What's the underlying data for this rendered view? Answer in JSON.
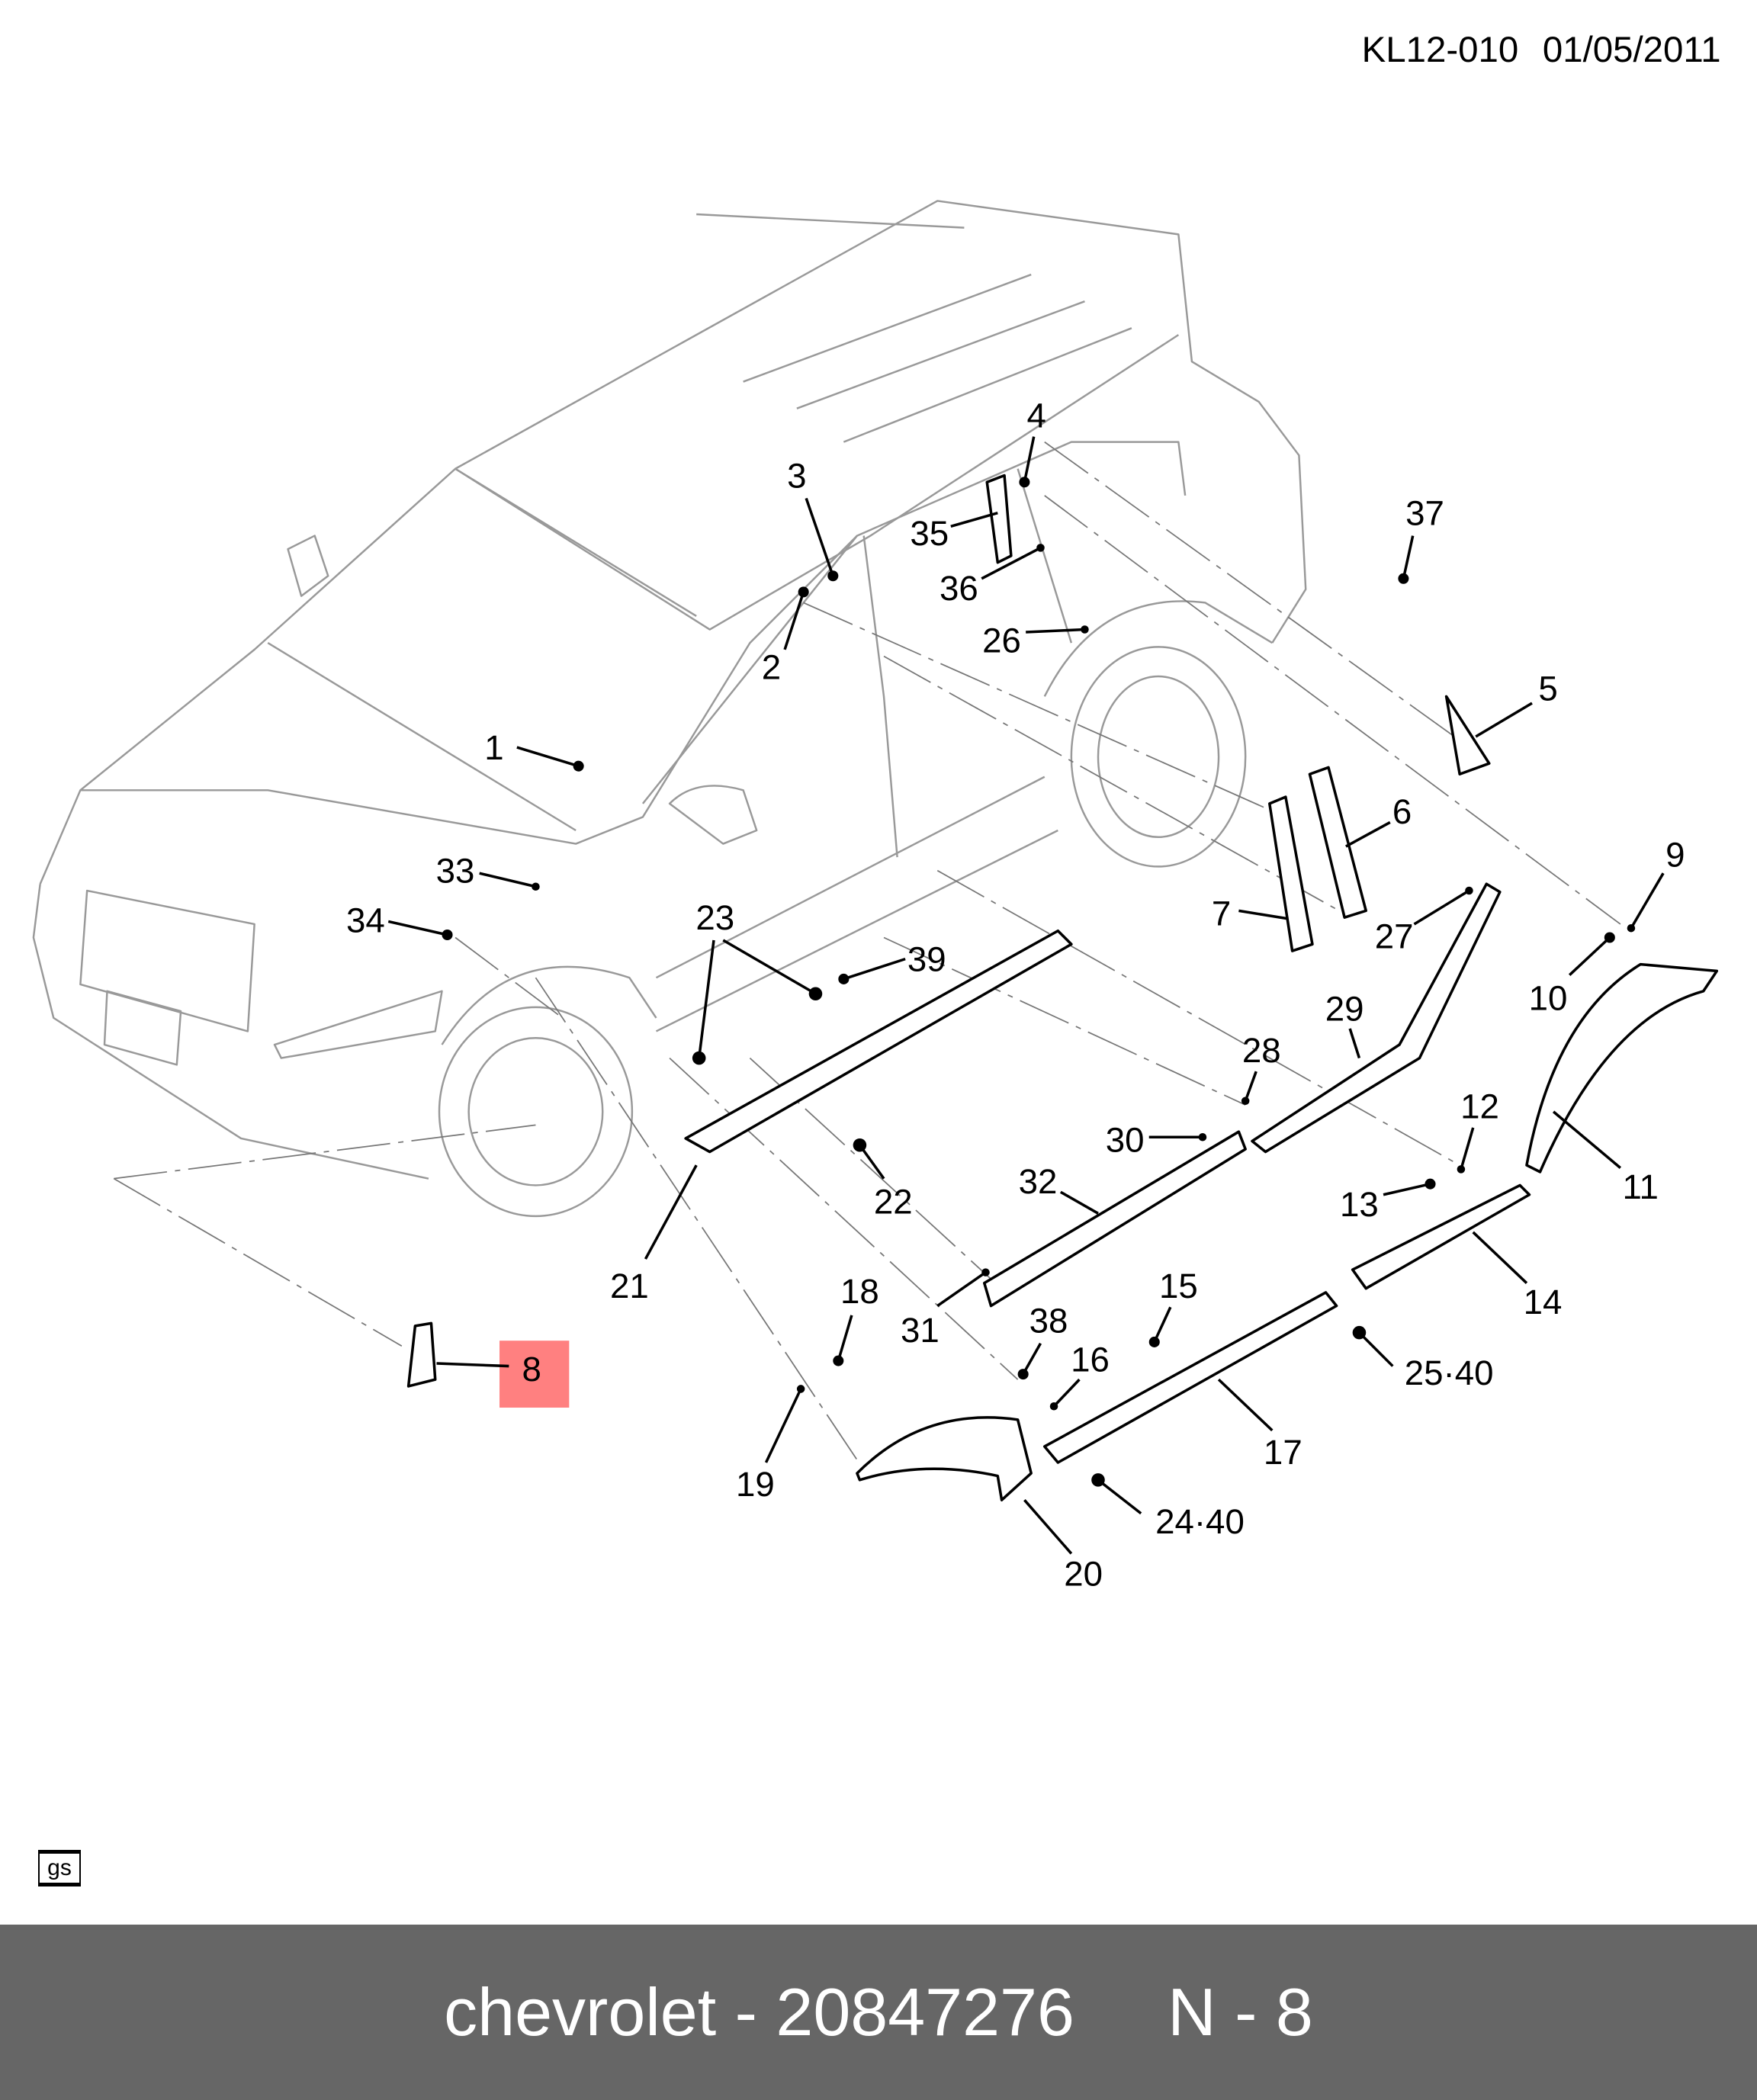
{
  "header": {
    "diagram_code": "KL12-010",
    "date": "01/05/2011"
  },
  "callouts": [
    "1",
    "2",
    "3",
    "4",
    "35",
    "36",
    "26",
    "37",
    "5",
    "6",
    "7",
    "27",
    "9",
    "10",
    "33",
    "34",
    "23",
    "39",
    "28",
    "29",
    "12",
    "30",
    "13",
    "11",
    "32",
    "22",
    "21",
    "14",
    "31",
    "18",
    "15",
    "38",
    "16",
    "25·40",
    "19",
    "17",
    "24·40",
    "20"
  ],
  "highlighted_callout": {
    "label": "8",
    "color": "#ff8080"
  },
  "logo": "gs",
  "footer": {
    "text": "chevrolet - 20847276     N - 8",
    "brand": "chevrolet",
    "part_number": "20847276",
    "reference": "N - 8"
  }
}
